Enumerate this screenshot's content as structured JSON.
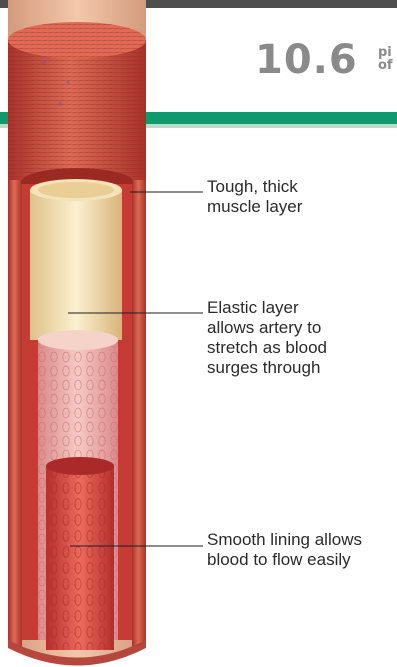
{
  "figure": {
    "number": "10.6",
    "title_fragment_line1": "pi",
    "title_fragment_line2": "of"
  },
  "labels": {
    "muscle_layer": [
      "Tough, thick",
      "muscle layer"
    ],
    "elastic_layer": [
      "Elastic layer",
      "allows artery to",
      "stretch as blood",
      "surges through"
    ],
    "smooth_lining": [
      "Smooth lining allows",
      "blood to flow easily"
    ]
  },
  "colors": {
    "header_band": "#0e9a6c",
    "muscle_red": "#c8443a",
    "elastic_cream": "#f3dcaa",
    "lining_pink": "#eaa4a4",
    "lumen_red": "#d8453f",
    "outer_tissue": "#ebbd9e"
  }
}
